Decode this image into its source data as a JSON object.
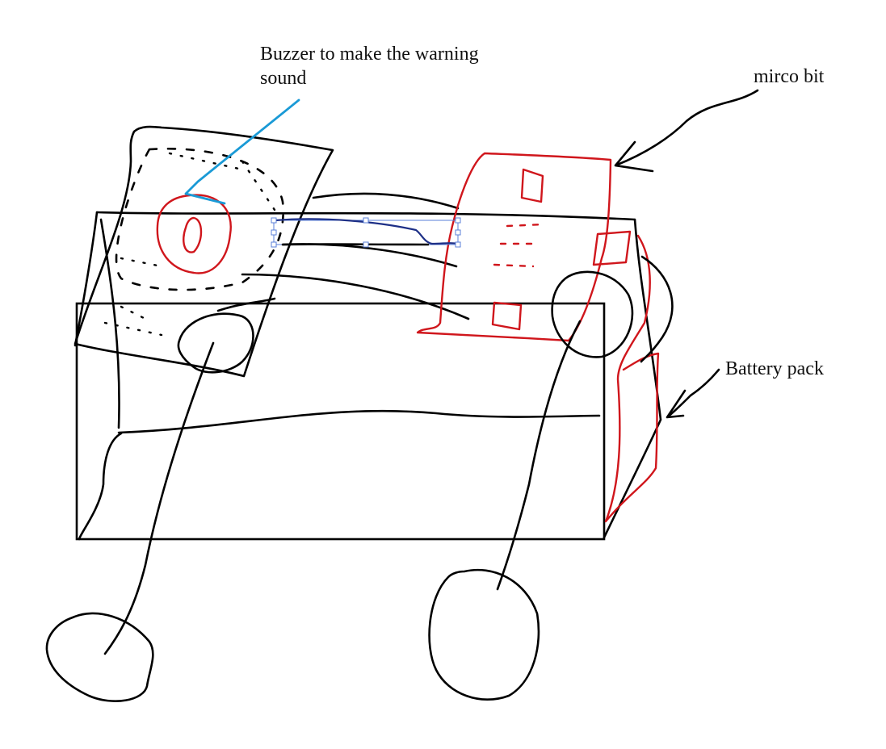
{
  "labels": {
    "buzzer_line1": "Buzzer to make the warning",
    "buzzer_line2": "sound",
    "microbit": "mirco bit",
    "battery": "Battery pack"
  },
  "colors": {
    "ink": "#000000",
    "component_ink": "#d0161c",
    "leader_line": "#1a9ad6",
    "selection": "#5a7fd8"
  }
}
